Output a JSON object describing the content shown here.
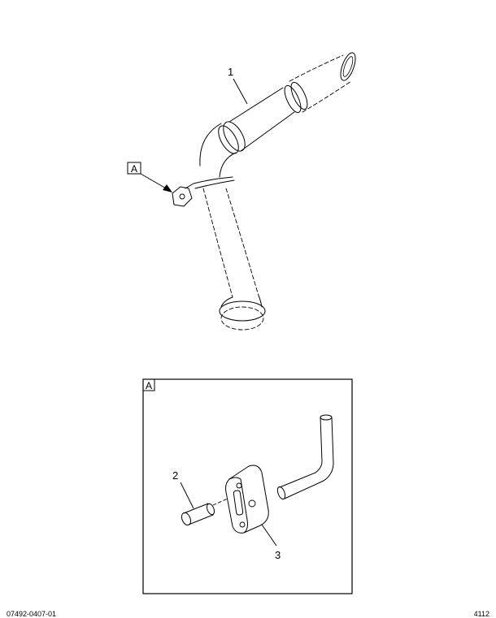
{
  "callouts": {
    "pipe": "1",
    "sleeve": "2",
    "block": "3"
  },
  "detail": {
    "view_label": "A",
    "pointer_label": "A"
  },
  "footer": {
    "left": "07492-0407-01",
    "right": "4112"
  }
}
